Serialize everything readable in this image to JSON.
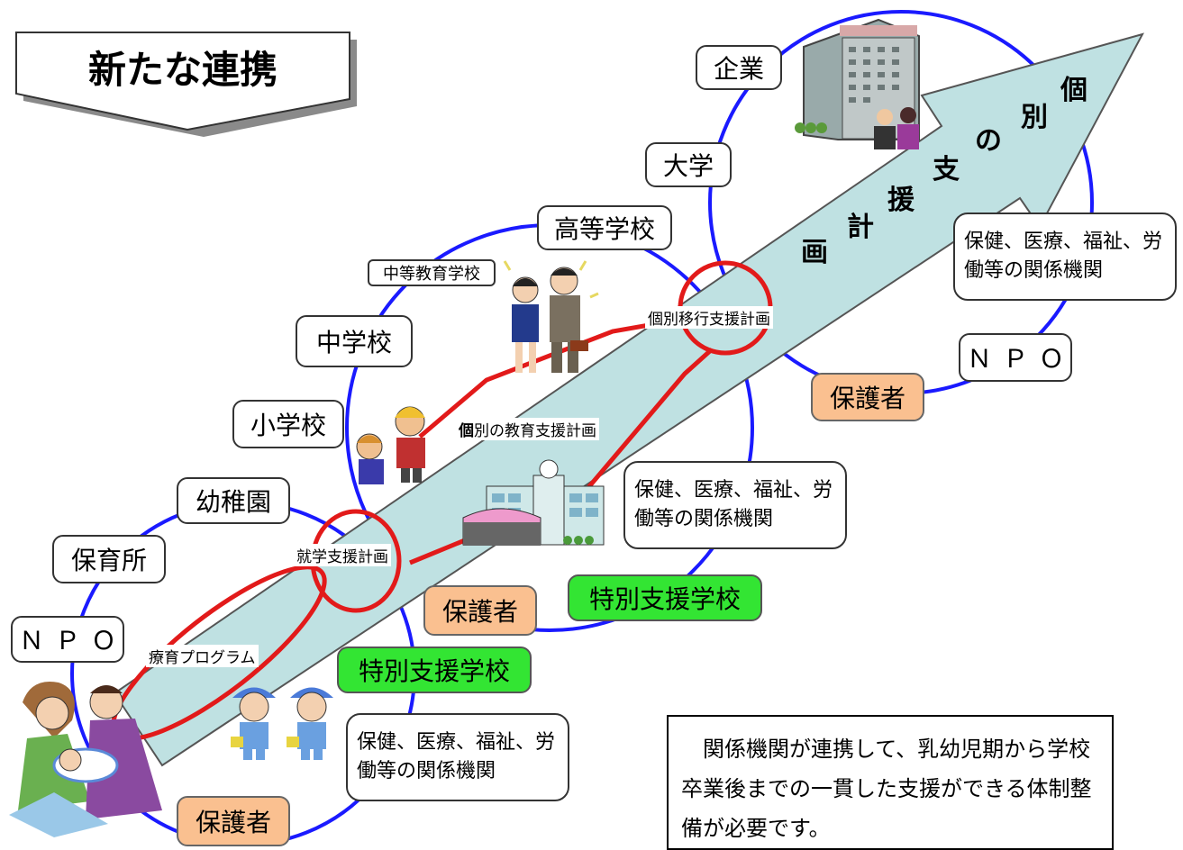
{
  "title": "新たな連携",
  "arrow_text": [
    "画",
    "計",
    "援",
    "支",
    "の",
    "別",
    "個"
  ],
  "stages": {
    "kigyo": "企業",
    "daigaku": "大学",
    "koto": "高等学校",
    "chuto": "中等教育学校",
    "chugaku": "中学校",
    "shogaku": "小学校",
    "yochien": "幼稚園",
    "hoikusho": "保育所",
    "npo_left": "ＮＰＯ",
    "npo_right": "ＮＰＯ"
  },
  "guardians": {
    "upper": "保護者",
    "middle": "保護者",
    "lower": "保護者"
  },
  "special_schools": {
    "upper": "特別支援学校",
    "lower": "特別支援学校"
  },
  "agencies": {
    "upper": "保健、医療、福祉、労働等の関係機関",
    "middle": "保健、医療、福祉、労働等の関係機関",
    "lower": "保健、医療、福祉、労働等の関係機関"
  },
  "plans": {
    "transition": "個別移行支援計画",
    "education_bold": "個",
    "education_rest": "別の教育支援計画",
    "enrollment": "就学支援計画",
    "therapy": "療育プログラム"
  },
  "note": "関係機関が連携して、乳幼児期から学校卒業後までの一貫した支援ができる体制整備が必要です。",
  "colors": {
    "arrow_fill": "#bfe1e2",
    "circle_stroke": "#1a1aff",
    "highlight_stroke": "#e21a1a",
    "guardian_fill": "#fac090",
    "special_fill": "#33e533"
  }
}
